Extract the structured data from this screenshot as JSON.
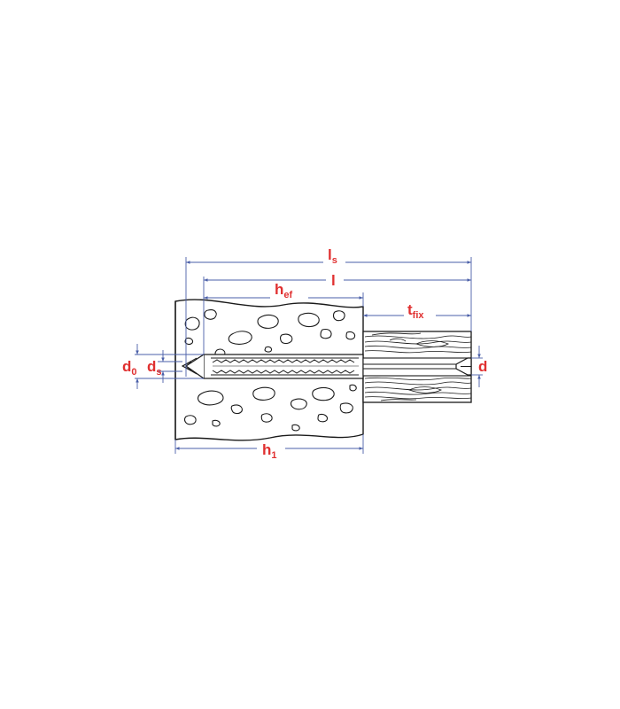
{
  "colors": {
    "label": "#e03030",
    "dimension": "#4a5fa8",
    "outline": "#1a1a1a",
    "background": "#ffffff"
  },
  "labels": {
    "ls": {
      "main": "l",
      "sub": "s"
    },
    "l": {
      "main": "l",
      "sub": ""
    },
    "hef": {
      "main": "h",
      "sub": "ef"
    },
    "tfix": {
      "main": "t",
      "sub": "fix"
    },
    "d0": {
      "main": "d",
      "sub": "0"
    },
    "ds": {
      "main": "d",
      "sub": "s"
    },
    "d": {
      "main": "d",
      "sub": ""
    },
    "h1": {
      "main": "h",
      "sub": "1"
    }
  }
}
